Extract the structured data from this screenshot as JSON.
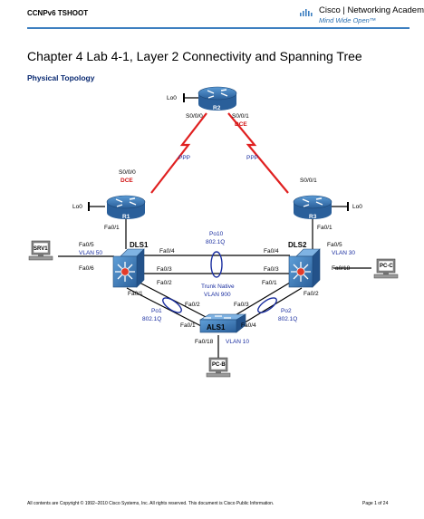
{
  "header": {
    "doc_id": "CCNPv6 TSHOOT",
    "logo_name": "Cisco | Networking Academy®",
    "logo_tag": "Mind Wide Open™",
    "accent_color": "#3d7fc0"
  },
  "title": "Chapter 4 Lab 4-1, Layer 2 Connectivity and Spanning Tree",
  "subtitle": "Physical Topology",
  "topology": {
    "devices": {
      "r2": "R2",
      "r1": "R1",
      "r3": "R3",
      "dls1": "DLS1",
      "dls2": "DLS2",
      "als1": "ALS1",
      "srv1": "SRV1",
      "pcc": "PC-C",
      "pcb": "PC-B"
    },
    "loopbacks": {
      "r2": "Lo0",
      "r1": "Lo0",
      "r3": "Lo0"
    },
    "interfaces": {
      "r2_left": "S0/0/0",
      "r2_right": "S0/0/1",
      "r2_dce": "DCE",
      "r1_serial": "S0/0/0",
      "r1_dce": "DCE",
      "r1_fa": "Fa0/1",
      "r3_serial": "S0/0/1",
      "r3_fa": "Fa0/1",
      "dls1_fa05": "Fa0/5",
      "dls1_fa06": "Fa0/6",
      "dls1_fa04": "Fa0/4",
      "dls1_fa03": "Fa0/3",
      "dls1_fa02": "Fa0/2",
      "dls1_fa01": "Fa0/1",
      "dls2_fa04": "Fa0/4",
      "dls2_fa05": "Fa0/5",
      "dls2_fa03": "Fa0/3",
      "dls2_fa18": "Fa0/18",
      "dls2_fa01": "Fa0/1",
      "dls2_fa02": "Fa0/2",
      "als1_fa02": "Fa0/2",
      "als1_fa03": "Fa0/3",
      "als1_fa01": "Fa0/1",
      "als1_fa04": "Fa0/4",
      "als1_fa18": "Fa0/18"
    },
    "links": {
      "ppp_left": "PPP",
      "ppp_right": "PPP",
      "po10": "Po10",
      "po10_encap": "802.1Q",
      "po1": "Po1",
      "po1_encap": "802.1Q",
      "po2": "Po2",
      "po2_encap": "802.1Q",
      "trunk_native": "Trunk Native",
      "trunk_vlan": "VLAN 900"
    },
    "vlans": {
      "srv1": "VLAN 50",
      "pcc": "VLAN 30",
      "pcb": "VLAN 10"
    },
    "colors": {
      "serial": "#e02020",
      "label_blue": "#1a2ea0",
      "router": "#3a78b8",
      "switch": "#3a78b8",
      "dce": "#d01010"
    }
  },
  "footer": {
    "copyright": "All contents are Copyright © 1992–2010 Cisco Systems, Inc. All rights reserved. This document is Cisco Public Information.",
    "page": "Page 1 of 24"
  }
}
